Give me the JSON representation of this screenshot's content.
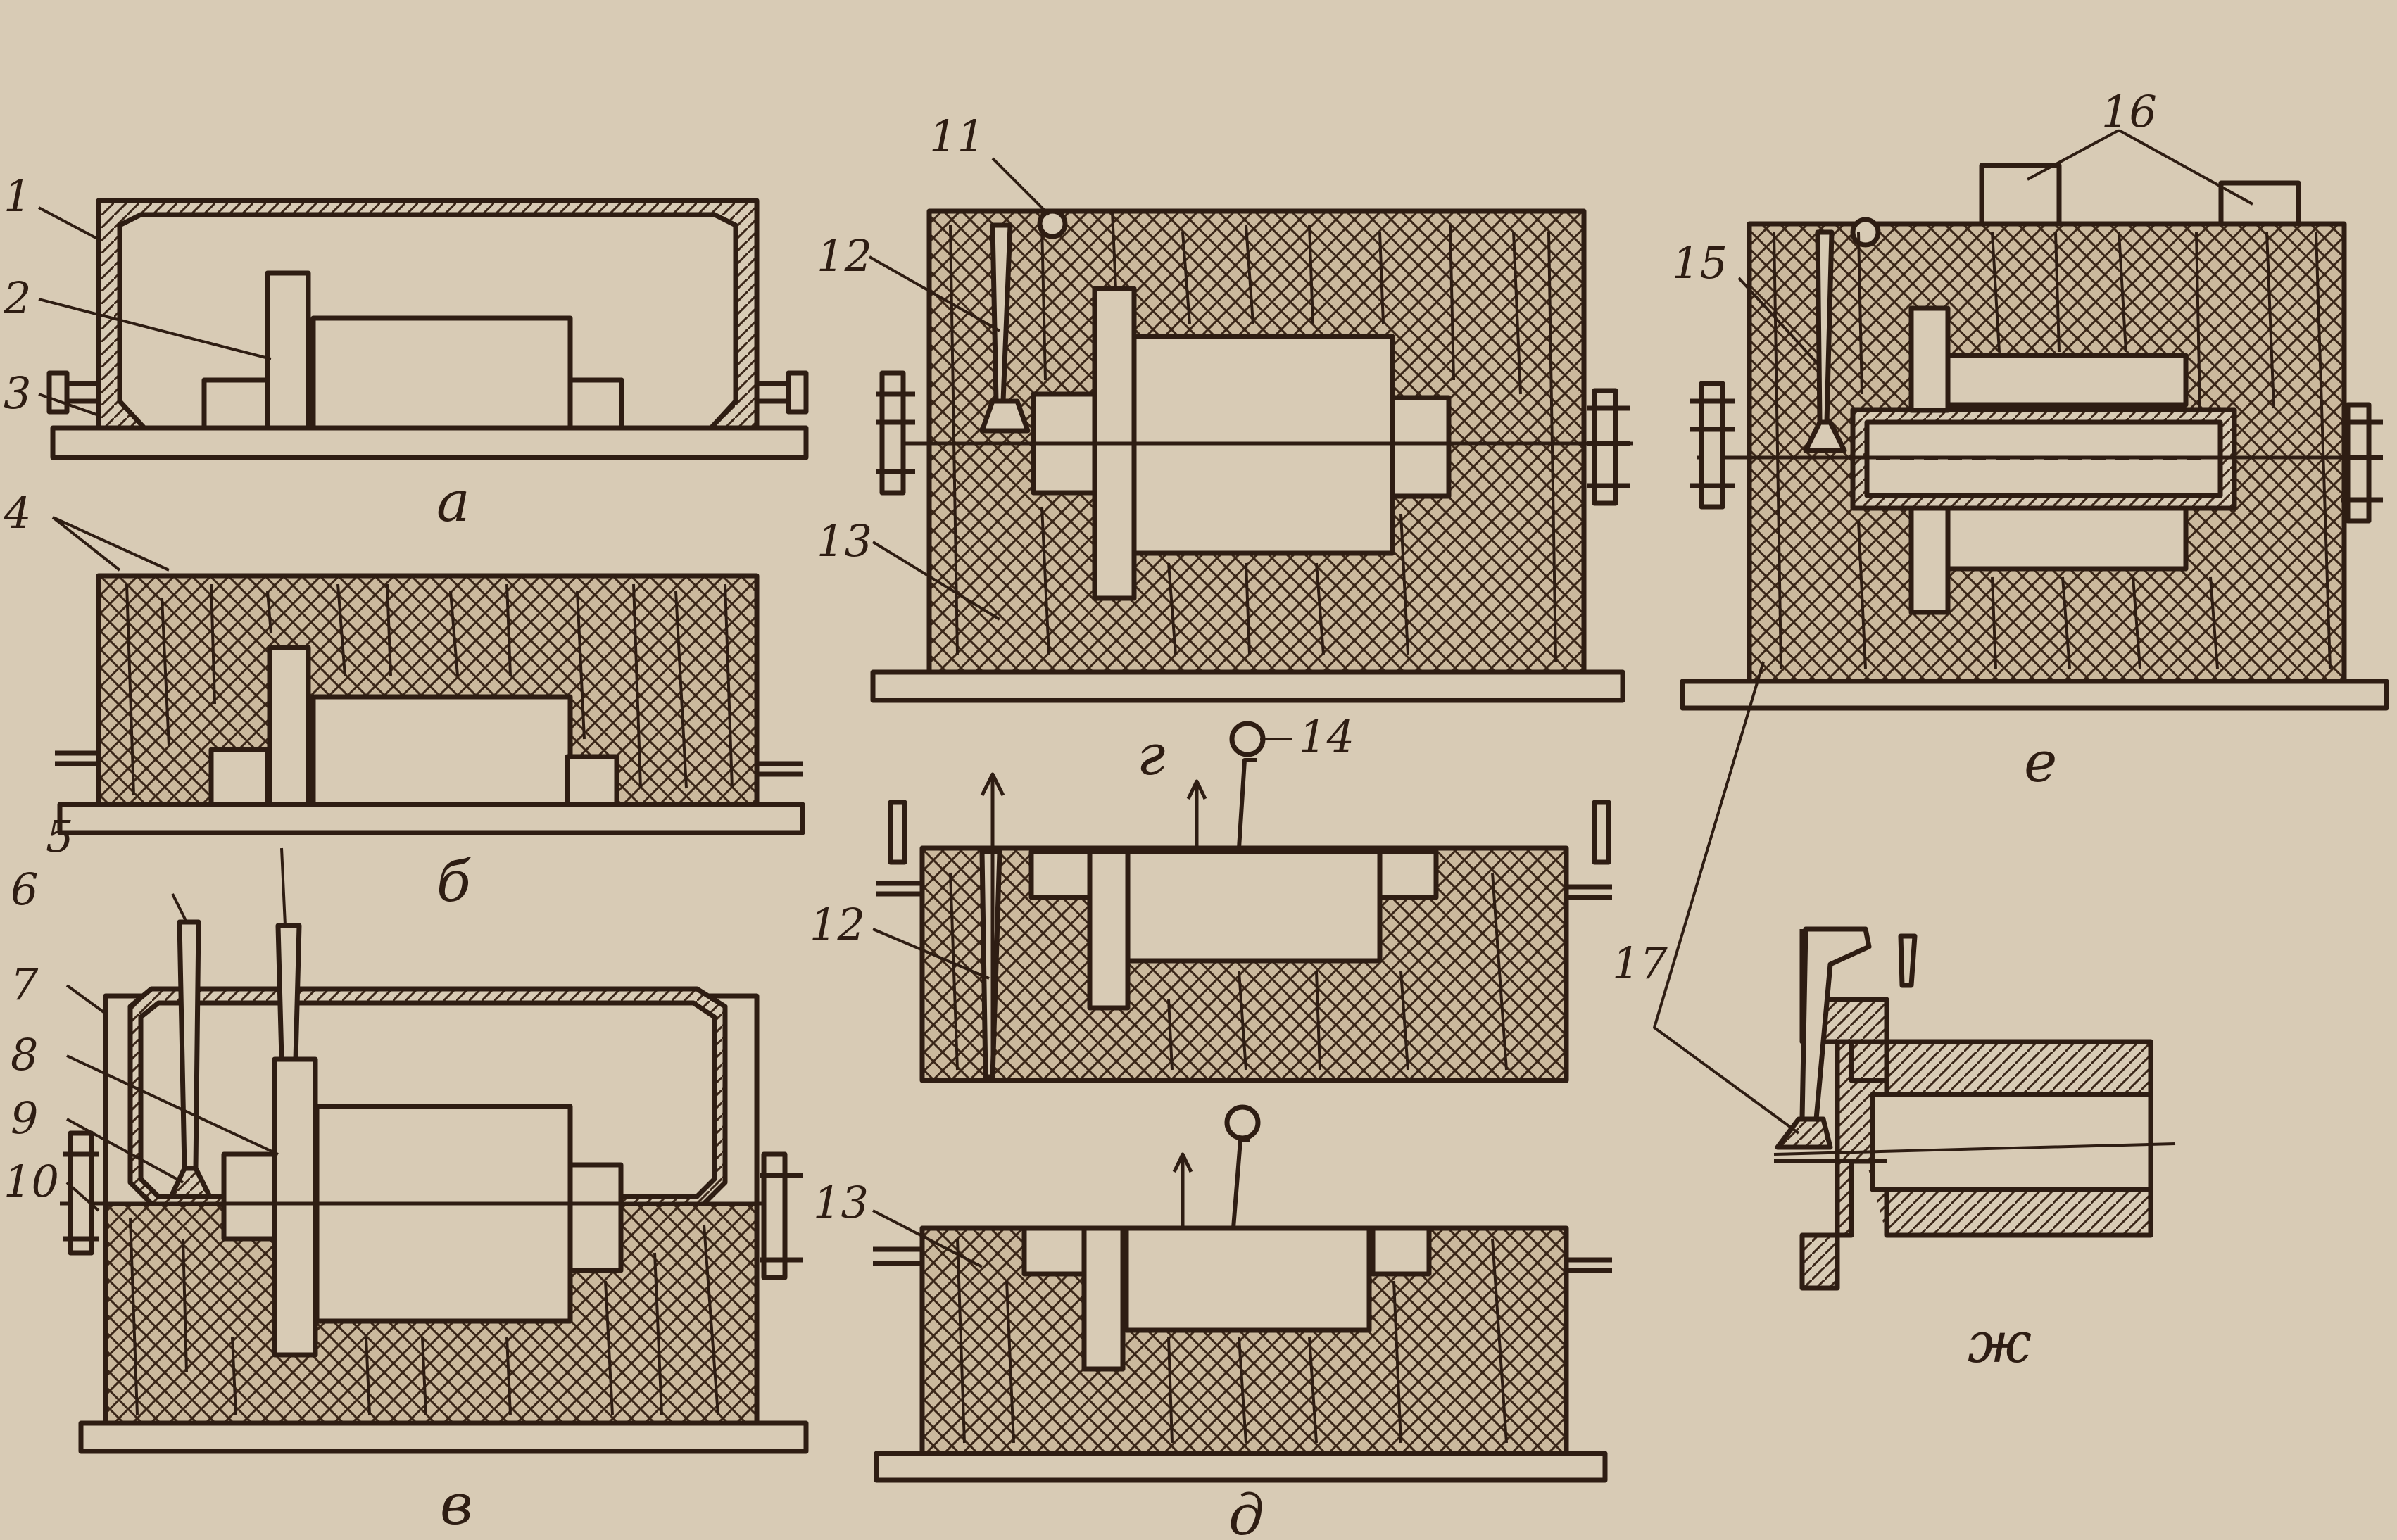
{
  "figure": {
    "panels": [
      {
        "id": "a",
        "caption": "а"
      },
      {
        "id": "b",
        "caption": "б"
      },
      {
        "id": "v",
        "caption": "в"
      },
      {
        "id": "g",
        "caption": "г"
      },
      {
        "id": "d",
        "caption": "д"
      },
      {
        "id": "e",
        "caption": "е"
      },
      {
        "id": "zh",
        "caption": "ж"
      }
    ],
    "callouts": [
      "1",
      "2",
      "3",
      "4",
      "5",
      "6",
      "7",
      "8",
      "9",
      "10",
      "11",
      "12",
      "12",
      "13",
      "13",
      "14",
      "15",
      "16",
      "17"
    ]
  },
  "colors": {
    "background": "#d8cbb5",
    "ink": "#2e1d13",
    "sand": "#cbb99d"
  }
}
